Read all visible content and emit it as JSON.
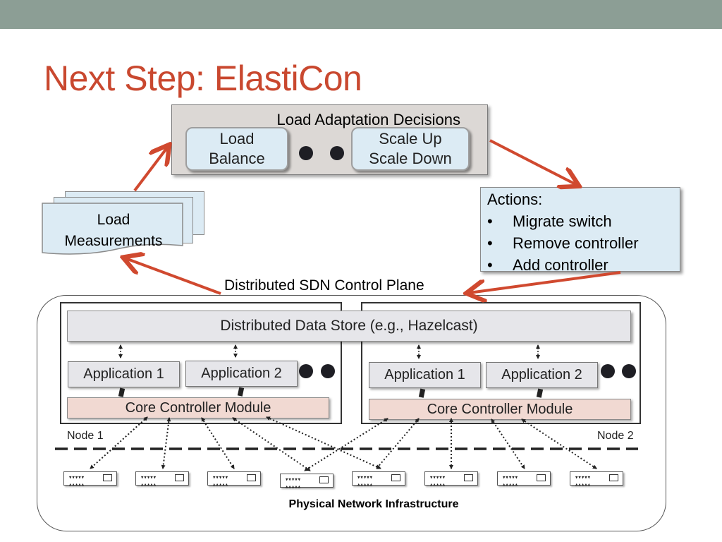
{
  "title": "Next Step: ElastiCon",
  "decisions": {
    "title": "Load Adaptation Decisions",
    "load_balance": [
      "Load",
      "Balance"
    ],
    "scale": [
      "Scale Up",
      "Scale Down"
    ]
  },
  "measurements": [
    "Load",
    "Measurements"
  ],
  "actions": {
    "header": "Actions:",
    "bullet": "•",
    "items": [
      "Migrate switch",
      "Remove controller",
      "Add controller"
    ]
  },
  "control_plane_label": "Distributed SDN Control Plane",
  "data_store": "Distributed Data Store (e.g., Hazelcast)",
  "nodes": [
    {
      "label": "Node 1",
      "app1": "Application 1",
      "app2": "Application 2",
      "core": "Core Controller Module"
    },
    {
      "label": "Node 2",
      "app1": "Application 1",
      "app2": "Application 2",
      "core": "Core Controller Module"
    }
  ],
  "switch_ports": "▾▾▾▾▾\n▴▴▴▴▴",
  "infrastructure_label": "Physical Network Infrastructure",
  "colors": {
    "title": "#c9482f",
    "topbar": "#8c9e95",
    "arrow": "#d0492f",
    "box_blue": "#dcebf4",
    "core": "#f1d9d2",
    "gray_box": "#e6e6ea"
  }
}
